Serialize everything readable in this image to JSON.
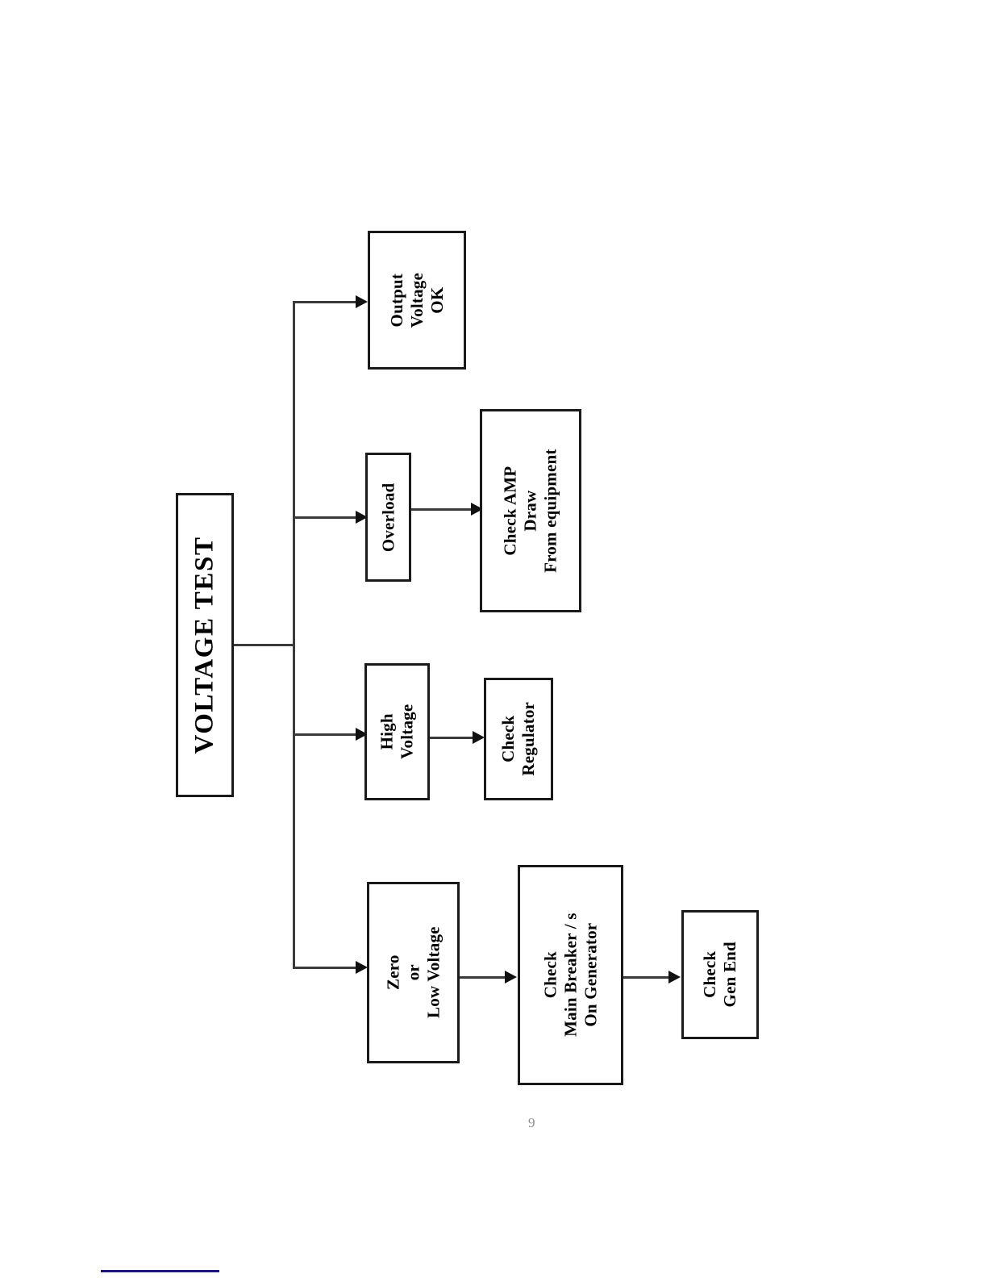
{
  "document": {
    "page_number": "9",
    "diagram_title": "VOLTAGE TEST"
  },
  "chart_data": {
    "type": "diagram",
    "subtype": "flowchart",
    "orientation": "rotated-90-ccw",
    "title": "VOLTAGE TEST",
    "nodes": [
      {
        "id": "root",
        "label": "VOLTAGE TEST"
      },
      {
        "id": "output_ok",
        "label": "Output\nVoltage\nOK"
      },
      {
        "id": "overload",
        "label": "Overload"
      },
      {
        "id": "check_amp",
        "label": "Check AMP\nDraw\nFrom equipment"
      },
      {
        "id": "high_voltage",
        "label": "High\nVoltage"
      },
      {
        "id": "check_reg",
        "label": "Check\nRegulator"
      },
      {
        "id": "zero_low",
        "label": "Zero\nor\nLow Voltage"
      },
      {
        "id": "check_breaker",
        "label": "Check\nMain Breaker / s\nOn Generator"
      },
      {
        "id": "check_gen_end",
        "label": "Check\nGen End"
      }
    ],
    "edges": [
      {
        "from": "root",
        "to": "output_ok"
      },
      {
        "from": "root",
        "to": "overload"
      },
      {
        "from": "root",
        "to": "high_voltage"
      },
      {
        "from": "root",
        "to": "zero_low"
      },
      {
        "from": "overload",
        "to": "check_amp"
      },
      {
        "from": "high_voltage",
        "to": "check_reg"
      },
      {
        "from": "zero_low",
        "to": "check_breaker"
      },
      {
        "from": "check_breaker",
        "to": "check_gen_end"
      }
    ]
  },
  "nodes": {
    "root": {
      "line1": "VOLTAGE TEST"
    },
    "output_ok": {
      "line1": "Output",
      "line2": "Voltage",
      "line3": "OK"
    },
    "overload": {
      "line1": "Overload"
    },
    "check_amp": {
      "line1": "Check AMP",
      "line2": "Draw",
      "line3": "From equipment"
    },
    "high_voltage": {
      "line1": "High",
      "line2": "Voltage"
    },
    "check_reg": {
      "line1": "Check",
      "line2": "Regulator"
    },
    "zero_low": {
      "line1": "Zero",
      "line2": "or",
      "line3": "Low Voltage"
    },
    "check_breaker": {
      "line1": "Check",
      "line2": "Main Breaker / s",
      "line3": "On Generator"
    },
    "check_gen_end": {
      "line1": "Check",
      "line2": "Gen End"
    }
  },
  "colors": {
    "box_border": "#1a1a1a",
    "connector": "#3a3a3a",
    "arrow": "#111111",
    "page_number": "#8c8c8c",
    "footer_rule": "#141496",
    "background": "#ffffff"
  }
}
